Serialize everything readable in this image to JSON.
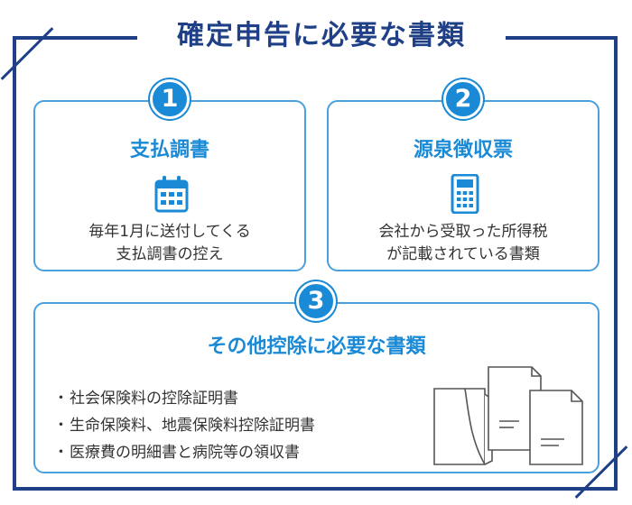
{
  "title": "確定申告に必要な書類",
  "cards": [
    {
      "number": "1",
      "title": "支払調書",
      "icon": "calendar-icon",
      "desc_line1": "毎年1月に送付してくる",
      "desc_line2": "支払調書の控え"
    },
    {
      "number": "2",
      "title": "源泉徴収票",
      "icon": "calculator-icon",
      "desc_line1": "会社から受取った所得税",
      "desc_line2": "が記載されている書類"
    },
    {
      "number": "3",
      "title": "その他控除に必要な書類",
      "icon": "documents-icon",
      "bullet_marker": "・",
      "items": [
        "社会保険料の控除証明書",
        "生命保険料、地震保険料控除証明書",
        "医療費の明細書と病院等の領収書"
      ]
    }
  ],
  "colors": {
    "navy": "#1f3f86",
    "accent": "#1b8ad6",
    "card_border": "#4aa0dc",
    "text": "#333333"
  }
}
